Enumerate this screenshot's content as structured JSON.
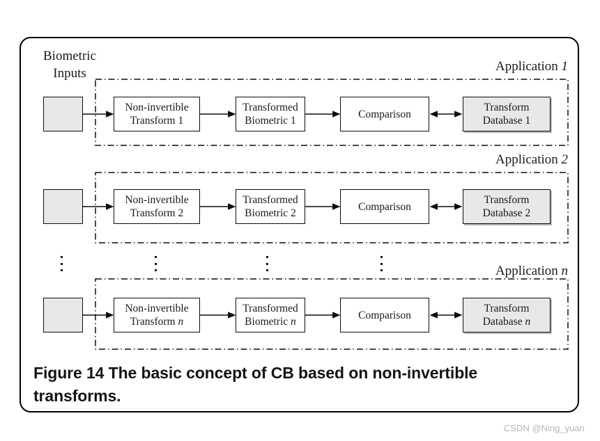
{
  "figure": {
    "caption_number": "Figure 14",
    "caption_text": " The basic concept of CB based on non-invertible transforms.",
    "input_label": "Biometric Inputs",
    "input_label_line1": "Biometric",
    "input_label_line2": "Inputs"
  },
  "colors": {
    "shaded_fill": "#e8e8e8",
    "stroke": "#0d0d0d",
    "text": "#1a1a1a",
    "watermark": "#b7b7b7"
  },
  "rows": [
    {
      "application_label": "Application 1",
      "application_index": "1",
      "input_box": "",
      "transform_line1": "Non-invertible",
      "transform_line2": "Transform 1",
      "biometric_line1": "Transformed",
      "biometric_line2": "Biometric 1",
      "comparison": "Comparison",
      "database_line1": "Transform",
      "database_line2": "Database 1"
    },
    {
      "application_label": "Application 2",
      "application_index": "2",
      "input_box": "",
      "transform_line1": "Non-invertible",
      "transform_line2": "Transform 2",
      "biometric_line1": "Transformed",
      "biometric_line2": "Biometric 2",
      "comparison": "Comparison",
      "database_line1": "Transform",
      "database_line2": "Database 2"
    },
    {
      "application_label": "Application n",
      "application_index": "n",
      "input_box": "",
      "transform_line1": "Non-invertible",
      "transform_line2": "Transform n",
      "biometric_line1": "Transformed",
      "biometric_line2": "Biometric n",
      "comparison": "Comparison",
      "database_line1": "Transform",
      "database_line2": "Database n"
    }
  ],
  "application_word": "Application",
  "ellipsis_glyph": "⋮",
  "watermark": "CSDN @Ning_yuan"
}
